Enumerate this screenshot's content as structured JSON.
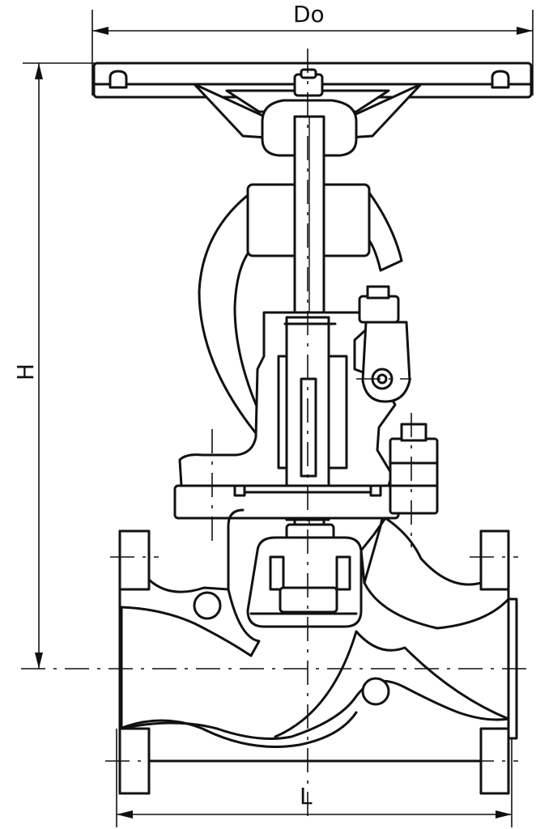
{
  "dimensions": {
    "handwheel_diameter": "Do",
    "height": "H",
    "length": "L"
  },
  "colors": {
    "line": "#111111",
    "background": "#ffffff",
    "packing_hatch": "#111111"
  }
}
